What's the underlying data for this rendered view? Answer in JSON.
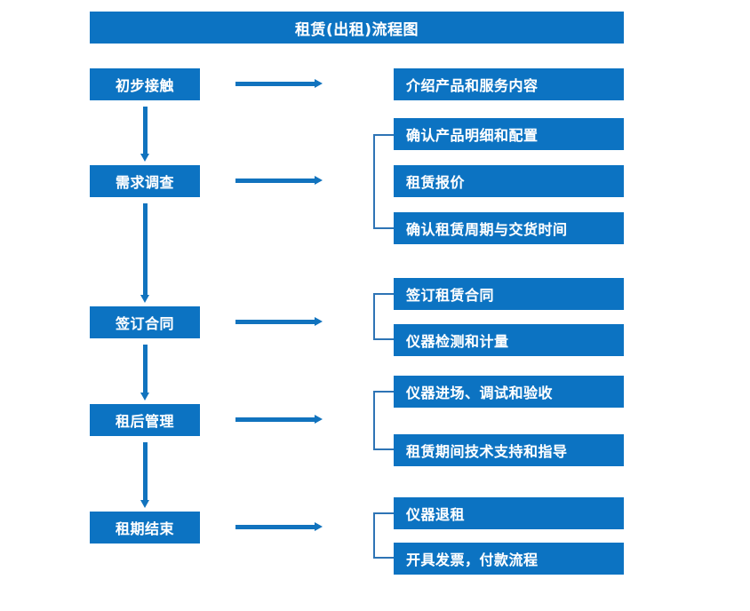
{
  "title": "租赁(出租)流程图",
  "theme": {
    "box_fill": "#0C73C2",
    "box_text": "#FFFFFF",
    "arrow_color": "#1173BE",
    "bracket_color": "#2E74B5",
    "background": "#FFFFFF"
  },
  "stages": [
    {
      "label": "初步接触"
    },
    {
      "label": "需求调查"
    },
    {
      "label": "签订合同"
    },
    {
      "label": "租后管理"
    },
    {
      "label": "租期结束"
    }
  ],
  "details": [
    {
      "label": "介绍产品和服务内容"
    },
    {
      "label": "确认产品明细和配置"
    },
    {
      "label": "租赁报价"
    },
    {
      "label": "确认租赁周期与交货时间"
    },
    {
      "label": "签订租赁合同"
    },
    {
      "label": "仪器检测和计量"
    },
    {
      "label": "仪器进场、调试和验收"
    },
    {
      "label": "租赁期间技术支持和指导"
    },
    {
      "label": "仪器退租"
    },
    {
      "label": "开具发票，付款流程"
    }
  ],
  "groups": [
    {
      "stage": "需求调查",
      "members": [
        "确认产品明细和配置",
        "租赁报价",
        "确认租赁周期与交货时间"
      ]
    },
    {
      "stage": "签订合同",
      "members": [
        "签订租赁合同",
        "仪器检测和计量"
      ]
    },
    {
      "stage": "租后管理",
      "members": [
        "仪器进场、调试和验收",
        "租赁期间技术支持和指导"
      ]
    },
    {
      "stage": "租期结束",
      "members": [
        "仪器退租",
        "开具发票，付款流程"
      ]
    }
  ]
}
